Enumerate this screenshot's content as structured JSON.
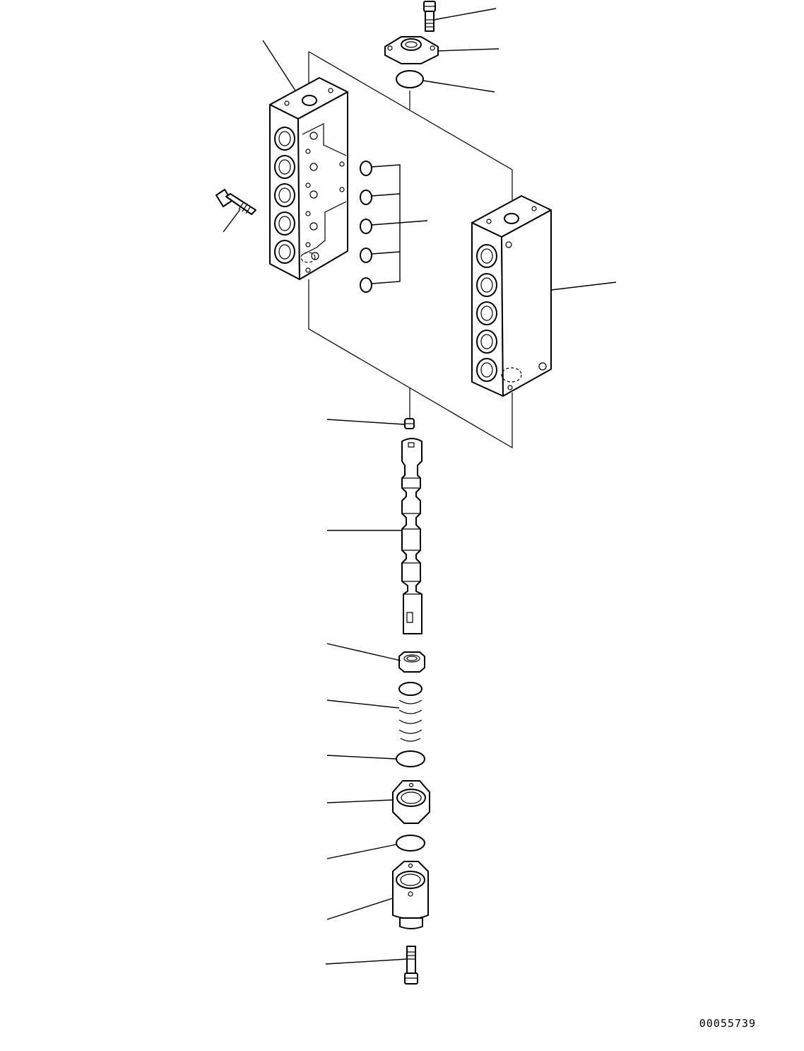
{
  "drawing": {
    "number": "00055739",
    "line_color": "#000000",
    "background": "#ffffff"
  },
  "parts": [
    "flange-bolt",
    "flange",
    "flange-o-ring",
    "valve-block-front",
    "block-mounting-bolt",
    "port-o-rings",
    "valve-block-rear",
    "spool-plug",
    "spool",
    "spring-seat",
    "spring",
    "seat-o-ring",
    "spring-case",
    "case-o-ring",
    "cap",
    "cap-bolt"
  ]
}
